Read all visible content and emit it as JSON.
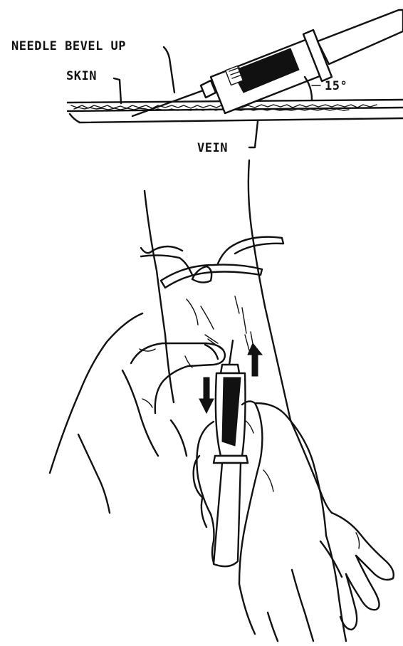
{
  "labels": {
    "needle": "NEEDLE BEVEL UP",
    "skin": "SKIN",
    "angle": "15°",
    "vein": "VEIN"
  },
  "colors": {
    "ink": "#111111",
    "background": "#ffffff"
  }
}
